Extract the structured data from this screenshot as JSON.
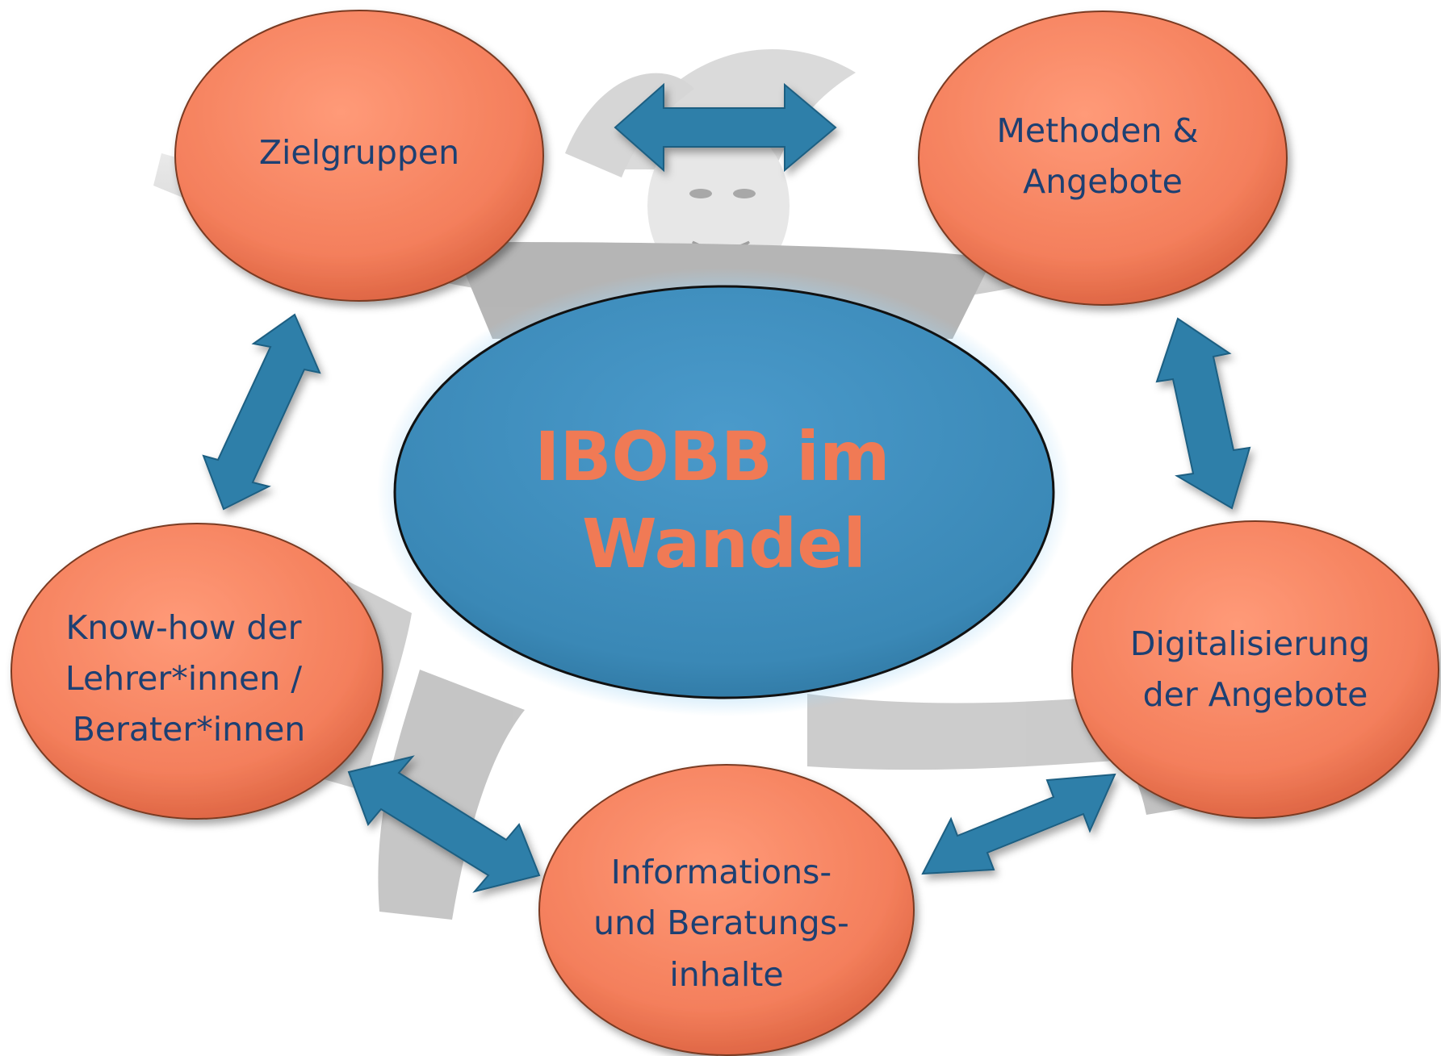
{
  "center": {
    "lines": [
      "IBOBB im",
      "Wandel"
    ]
  },
  "nodes": [
    {
      "id": "zielgruppen",
      "lines": [
        "Zielgruppen"
      ]
    },
    {
      "id": "methoden",
      "lines": [
        "Methoden &",
        "Angebote"
      ]
    },
    {
      "id": "digitalisierung",
      "lines": [
        "Digitalisierung",
        "der Angebote"
      ]
    },
    {
      "id": "informations",
      "lines": [
        "Informations-",
        "und Beratungs-",
        "inhalte"
      ]
    },
    {
      "id": "knowhow",
      "lines": [
        "Know-how der",
        "Lehrer*innen /",
        "Berater*innen"
      ]
    }
  ],
  "colors": {
    "node_fill": "#f47f5c",
    "node_text": "#1f3f73",
    "center_fill": "#3a88b6",
    "center_text": "#f07a55",
    "arrow_fill": "#2f7fa9",
    "background_photo": "grayscale"
  },
  "background": {
    "description_icon": "jumping-person-photo"
  }
}
